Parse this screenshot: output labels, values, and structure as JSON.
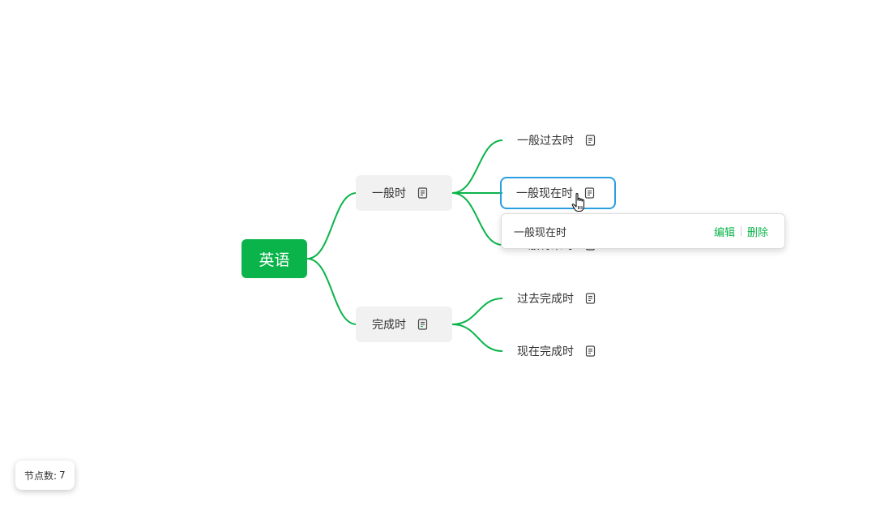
{
  "mindmap": {
    "root": {
      "label": "英语"
    },
    "branches": [
      {
        "label": "一般时",
        "children": [
          {
            "label": "一般过去时"
          },
          {
            "label": "一般现在时"
          },
          {
            "label": "一般将来时"
          }
        ]
      },
      {
        "label": "完成时",
        "children": [
          {
            "label": "过去完成时"
          },
          {
            "label": "现在完成时"
          }
        ]
      }
    ]
  },
  "note_tooltip": {
    "text": "一般现在时",
    "edit_label": "编辑",
    "delete_label": "删除"
  },
  "node_count": {
    "label": "节点数:",
    "value": "7"
  },
  "colors": {
    "accent": "#0ab44a",
    "selection": "#2b9ee0",
    "branch_bg": "#f1f1f1"
  }
}
